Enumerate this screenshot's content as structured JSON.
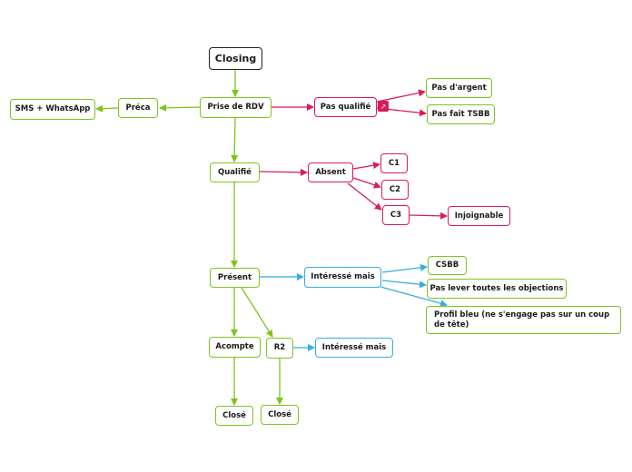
{
  "colors": {
    "green": "#7dc41c",
    "red": "#d81b5a",
    "blue": "#35aee2",
    "root": "#222222"
  },
  "nodes": {
    "closing": "Closing",
    "prise_rdv": "Prise de RDV",
    "preca": "Préca",
    "sms": "SMS + WhatsApp",
    "pas_qualifie": "Pas qualifié",
    "pas_argent": "Pas d'argent",
    "pas_tsbb": "Pas fait TSBB",
    "qualifie": "Qualifié",
    "absent": "Absent",
    "c1": "C1",
    "c2": "C2",
    "c3": "C3",
    "injoignable": "Injoignable",
    "present": "Présent",
    "interesse_1": "Intéressé mais",
    "csbb": "CSBB",
    "objections": "Pas lever toutes les objections",
    "profil_bleu": "Profil bleu (ne s'engage pas sur un coup de tête)",
    "acompte": "Acompte",
    "r2": "R2",
    "interesse_2": "Intéressé mais",
    "close_1": "Closé",
    "close_2": "Closé"
  },
  "icons": {
    "relation": "relationship-icon"
  }
}
